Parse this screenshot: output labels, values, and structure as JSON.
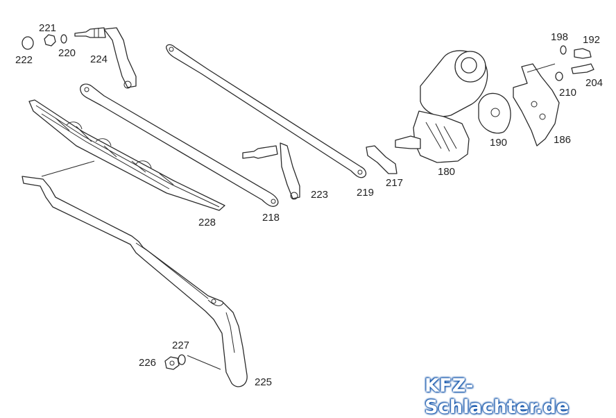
{
  "diagram": {
    "labels": {
      "p180": "180",
      "p186": "186",
      "p190": "190",
      "p192": "192",
      "p198": "198",
      "p204": "204",
      "p210": "210",
      "p217": "217",
      "p218": "218",
      "p219": "219",
      "p220": "220",
      "p221": "221",
      "p222": "222",
      "p223": "223",
      "p224": "224",
      "p225": "225",
      "p226": "226",
      "p227": "227",
      "p228": "228"
    }
  },
  "watermark": {
    "text": "KFZ-Schlachter.de"
  }
}
